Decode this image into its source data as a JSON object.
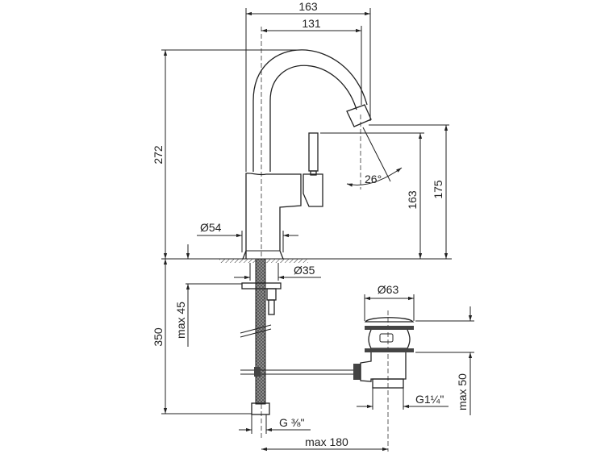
{
  "title": "Faucet technical drawing",
  "dimensions": {
    "overall_reach": "163",
    "spout_reach": "131",
    "overall_height": "272",
    "spout_height": "175",
    "lever_height": "163",
    "spout_angle": "26°",
    "base_diameter": "Ø54",
    "hole_diameter": "Ø35",
    "max_deck_thickness": "max 45",
    "hose_length": "350",
    "drain_diameter": "Ø63",
    "drain_max_height": "max 50",
    "drain_thread": "G1¼\"",
    "inlet_thread": "G ⅜\"",
    "rod_length": "max 180"
  }
}
